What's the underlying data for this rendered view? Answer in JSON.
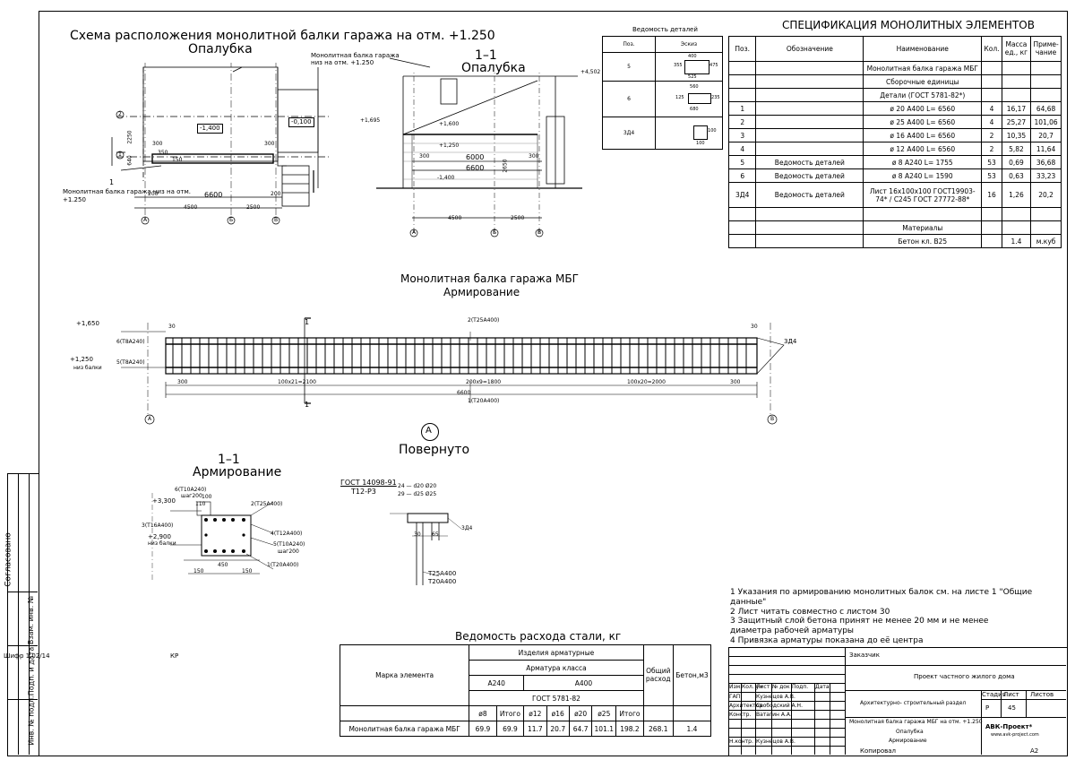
{
  "titles": {
    "plan_title_1": "Схема расположения монолитной балки гаража на отм. +1.250",
    "plan_title_2": "Опалубка",
    "sec_title_1": "1–1",
    "sec_title_2": "Опалубка",
    "beam_title_1": "Монолитная балка гаража МБГ",
    "beam_title_2": "Армирование",
    "rot_letter": "A",
    "rot_label": "Повернуто",
    "arm_title_1": "1–1",
    "arm_title_2": "Армирование",
    "spec_title": "СПЕЦИФИКАЦИЯ МОНОЛИТНЫХ ЭЛЕМЕНТОВ",
    "det_title": "Ведомость деталей",
    "steel_title": "Ведомость расхода стали, кг"
  },
  "plan": {
    "dims": [
      "2250",
      "640",
      "300",
      "350",
      "150",
      "200",
      "6600",
      "200",
      "300",
      "4500",
      "2500"
    ],
    "marks": [
      "-1,400",
      "-0,100"
    ],
    "axes": [
      "А",
      "Б",
      "В"
    ],
    "rows": [
      "2",
      "1"
    ],
    "note": "Монолитная балка гаража низ на отм. +1.250",
    "one": "1"
  },
  "section": {
    "note": "Монолитная балка гаража низ на отм. +1.250",
    "levels": [
      "+4,502",
      "+1,695",
      "+1,600",
      "+1,250",
      "-1,400"
    ],
    "dims": [
      "300",
      "6000",
      "300",
      "6600",
      "2650",
      "4500",
      "2500"
    ],
    "axes": [
      "А",
      "Б",
      "В"
    ]
  },
  "beam": {
    "levels": [
      "+1,650",
      "+1,250",
      "низ балки"
    ],
    "labels": [
      "6(Т8А240)",
      "5(Т8А240)",
      "2(Т25А400)",
      "1(Т20А400)",
      "3Д4",
      "1",
      "1"
    ],
    "dims": [
      "300",
      "100х21=2100",
      "200х9=1800",
      "100х20=2000",
      "300",
      "6600",
      "30",
      "30"
    ],
    "axes": [
      "А",
      "В"
    ]
  },
  "arm": {
    "labels": [
      "6(Т10А240)",
      "шаг200",
      "+3,300",
      "3(Т16А400)",
      "+2,900",
      "низ балки",
      "2(Т25А400)",
      "4(Т12А400)",
      "5(Т10А240)",
      "шаг200",
      "1(Т20А400)"
    ],
    "dims": [
      "150",
      "450",
      "150",
      "100",
      "110"
    ]
  },
  "gost": {
    "line1": "ГОСТ 14098-91",
    "line2": "Т12-Р3",
    "d1": "24 — d20 Ø20",
    "d2": "29 — d25 Ø25",
    "l1": "3Д4",
    "b1": "Т25А400",
    "b2": "Т20А400",
    "dims": [
      "30",
      "65"
    ]
  },
  "det_table": {
    "headers": [
      "Поз.",
      "Эскиз"
    ],
    "rows": [
      {
        "pos": "5",
        "sketch": [
          "400",
          "525",
          "355",
          "475"
        ]
      },
      {
        "pos": "6",
        "sketch": [
          "560",
          "680",
          "125",
          "235"
        ]
      },
      {
        "pos": "3Д4",
        "sketch": [
          "100",
          "100"
        ]
      }
    ]
  },
  "spec_table": {
    "headers": [
      "Поз.",
      "Обозначение",
      "Наименование",
      "Кол.",
      "Масса ед., кг",
      "Приме- чание"
    ],
    "rows": [
      [
        "",
        "",
        "Монолитная балка гаража МБГ",
        "",
        "",
        ""
      ],
      [
        "",
        "",
        "Сборочные единицы",
        "",
        "",
        ""
      ],
      [
        "",
        "",
        "Детали (ГОСТ 5781-82*)",
        "",
        "",
        ""
      ],
      [
        "1",
        "",
        "ø 20 А400  L= 6560",
        "4",
        "16,17",
        "64,68"
      ],
      [
        "2",
        "",
        "ø 25 А400  L= 6560",
        "4",
        "25,27",
        "101,06"
      ],
      [
        "3",
        "",
        "ø 16 А400  L= 6560",
        "2",
        "10,35",
        "20,7"
      ],
      [
        "4",
        "",
        "ø 12 А400  L= 6560",
        "2",
        "5,82",
        "11,64"
      ],
      [
        "5",
        "Ведомость деталей",
        "ø 8 А240  L= 1755",
        "53",
        "0,69",
        "36,68"
      ],
      [
        "6",
        "Ведомость деталей",
        "ø 8 А240  L= 1590",
        "53",
        "0,63",
        "33,23"
      ],
      [
        "3Д4",
        "Ведомость деталей",
        "Лист 16х100х100 ГОСТ19903-74* / С245 ГОСТ 27772-88*",
        "16",
        "1,26",
        "20,2"
      ],
      [
        "",
        "",
        "",
        "",
        "",
        ""
      ],
      [
        "",
        "",
        "Материалы",
        "",
        "",
        ""
      ],
      [
        "",
        "",
        "Бетон кл. В25",
        "",
        "1.4",
        "м.куб"
      ]
    ]
  },
  "notes": [
    "1  Указания по армированию монолитных балок см. на листе 1 \"Общие данные\"",
    "2  Лист читать совместно с листом 30",
    "3  Защитный слой бетона  принят  не менее 20 мм и не менее",
    "диаметра рабочей арматуры",
    "4  Привязка арматуры показана до её центра"
  ],
  "steel_table": {
    "h_mark": "Марка элемента",
    "h_items": "Изделия арматурные",
    "h_class": "Арматура класса",
    "h_a240": "А240",
    "h_a400": "А400",
    "h_gost": "ГОСТ 5781-82",
    "h_total": "Общий расход",
    "h_concrete": "Бетон,м3",
    "subheads": [
      "ø8",
      "Итого",
      "ø12",
      "ø16",
      "ø20",
      "ø25",
      "Итого"
    ],
    "row": [
      "Монолитная балка гаража МБГ",
      "69.9",
      "69.9",
      "11.7",
      "20.7",
      "64.7",
      "101.1",
      "198.2",
      "268.1",
      "1.4"
    ]
  },
  "stamp": {
    "customer": "Заказчик",
    "project": "Проект частного жилого дома",
    "section": "Архитектурно- строительный раздел",
    "h_stage": "Стадия",
    "h_sheet": "Лист",
    "h_sheets": "Листов",
    "stage": "Р",
    "sheet": "45",
    "drawing_1": "Монолитная балка гаража МБГ на отм. +1.250",
    "drawing_2": "Опалубка",
    "drawing_3": "Армирование",
    "company": "АВК-Проект*",
    "site": "www.avk-project.com",
    "headers": [
      "Изм.",
      "Кол. уч",
      "Лист",
      "№ док",
      "Подп.",
      "Дата"
    ],
    "people": [
      [
        "ГАП",
        "Кузнецов А.В."
      ],
      [
        "Архитектор",
        "Свободский А.Н."
      ],
      [
        "Констр.",
        "Ватагин А.А."
      ],
      [
        "Н.контр.",
        "Кузнецов А.В."
      ]
    ],
    "copy": "Копировал",
    "format": "А2"
  },
  "side": {
    "agreed": "Согласовано",
    "inv": "Взам. инв. №",
    "sign": "Подп. и дата",
    "inv2": "Инв. № подл.",
    "code": "Шифр 1.02/14",
    "kr": "КР"
  }
}
